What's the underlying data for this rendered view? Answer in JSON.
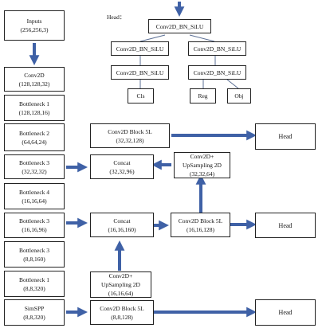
{
  "head_label": "Head：",
  "backbone": [
    {
      "name": "Inputs",
      "shape": "(256,256,3)"
    },
    {
      "name": "Conv2D",
      "shape": "(128,128,32)"
    },
    {
      "name": "Bottleneck 1",
      "shape": "(128,128,16)"
    },
    {
      "name": "Bottleneck 2",
      "shape": "(64,64,24)"
    },
    {
      "name": "Bottleneck 3",
      "shape": "(32,32,32)"
    },
    {
      "name": "Bottleneck 4",
      "shape": "(16,16,64)"
    },
    {
      "name": "Bottleneck 3",
      "shape": "(16,16,96)"
    },
    {
      "name": "Bottleneck 3",
      "shape": "(8,8,160)"
    },
    {
      "name": "Bottleneck 1",
      "shape": "(8,8,320)"
    },
    {
      "name": "SimSPP",
      "shape": "(8,8,320)"
    }
  ],
  "neck": {
    "block_top": {
      "name": "Conv2D Block 5L",
      "shape": "(32,32,128)"
    },
    "concat_top": {
      "name": "Concat",
      "shape": "(32,32,96)"
    },
    "upsample_top": {
      "name": "Conv2D+",
      "name2": "UpSampling 2D",
      "shape": "(32,32,64)"
    },
    "concat_mid": {
      "name": "Concat",
      "shape": "(16,16,160)"
    },
    "block_mid": {
      "name": "Conv2D Block 5L",
      "shape": "(16,16,128)"
    },
    "upsample_bottom": {
      "name": "Conv2D+",
      "name2": "UpSampling 2D",
      "shape": "(16,16,64)"
    },
    "block_bottom": {
      "name": "Conv2D Block 5L",
      "shape": "(8,8,128)"
    }
  },
  "heads": [
    "Head",
    "Head",
    "Head"
  ],
  "head_tree": {
    "root": "Conv2D_BN_SiLU",
    "left_1": "Conv2D_BN_SiLU",
    "right_1": "Conv2D_BN_SiLU",
    "left_2": "Conv2D_BN_SiLU",
    "right_2": "Conv2D_BN_SiLU",
    "cls": "Cls",
    "reg": "Reg",
    "obj": "Obj"
  },
  "colors": {
    "arrow": "#3f61a6",
    "line": "#5b6f95",
    "border": "#222222"
  }
}
